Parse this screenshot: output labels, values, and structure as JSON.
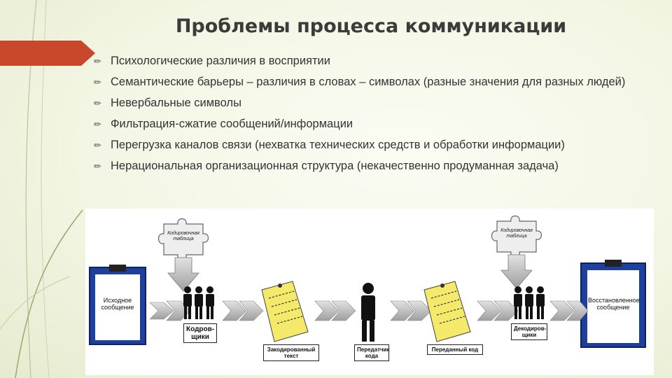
{
  "slide": {
    "title": "Проблемы процесса коммуникации",
    "accent_color": "#c9472a",
    "bullet_icon": "pencil-bullet-icon",
    "bullets": [
      "Психологические различия в восприятии",
      "Семантические барьеры – различия в словах – символах (разные значения для разных людей)",
      "Невербальные символы",
      "Фильтрация-сжатие сообщений/информации",
      "Перегрузка каналов связи (нехватка технических средств и обработки информации)",
      "Нерациональная организационная структура (некачественно продуманная задача)"
    ]
  },
  "diagram": {
    "source_message": "Исходное сообщение",
    "restored_message": "Восстановленное сообщение",
    "coding_table_left": "Кодировочная таблица",
    "coding_table_right": "Кодировочная таблица",
    "encoders": "Кодров-щики",
    "encoded_text": "Закодированный текст",
    "transmitter": "Передатчик кода",
    "transmitted_code": "Переданный код",
    "decoders": "Декодиров-щики"
  }
}
